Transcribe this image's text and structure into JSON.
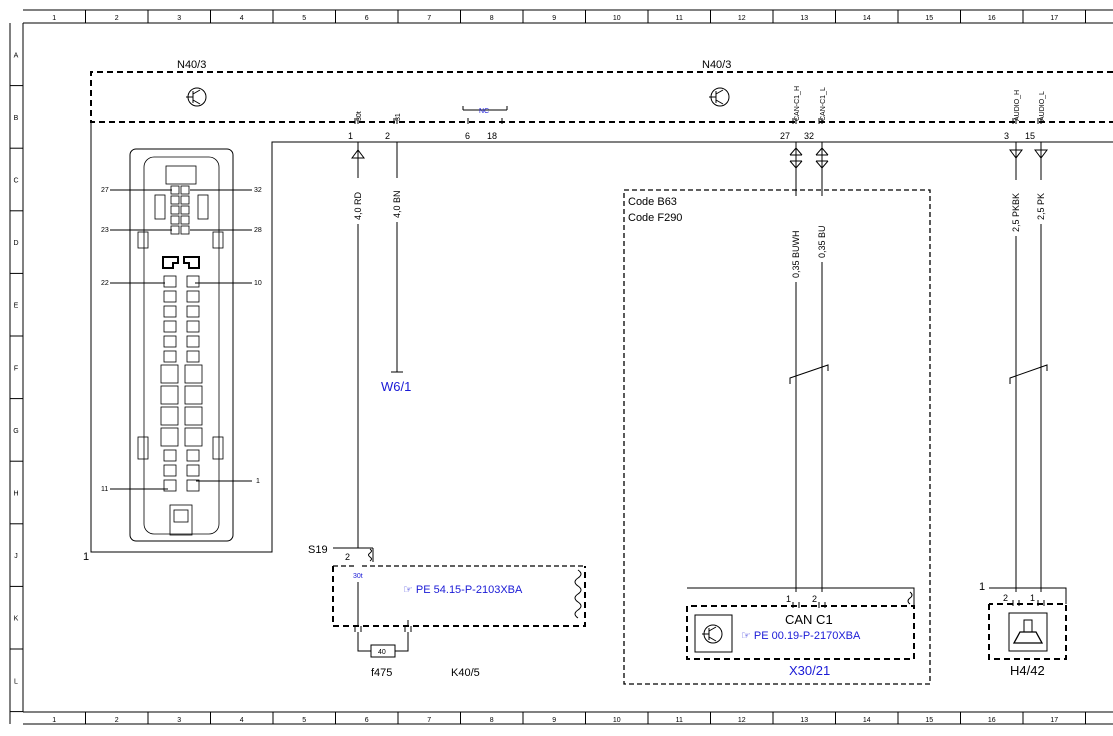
{
  "grid": {
    "columns": [
      "1",
      "2",
      "3",
      "4",
      "5",
      "6",
      "7",
      "8",
      "9",
      "10",
      "11",
      "12",
      "13",
      "14",
      "15",
      "16",
      "17"
    ],
    "rows": [
      "A",
      "B",
      "C",
      "D",
      "E",
      "F",
      "G",
      "H",
      "J",
      "K",
      "L"
    ]
  },
  "components": {
    "n40_left": "N40/3",
    "n40_right": "N40/3",
    "s19": "S19",
    "k40": "K40/5",
    "f475": "f475",
    "fuse_value": "40",
    "x30": "X30/21",
    "h4": "H4/42",
    "w6": "W6/1",
    "can_c1": "CAN C1",
    "code_b63": "Code B63",
    "code_f290": "Code F290",
    "nc": "NC"
  },
  "references": {
    "ref_k40": "PE 54.15-P-2103XBA",
    "ref_x30": "PE 00.19-P-2170XBA"
  },
  "pins": {
    "p1": "1",
    "p2": "2",
    "p6": "6",
    "p18": "18",
    "p27": "27",
    "p32": "32",
    "p3": "3",
    "p15": "15",
    "pin_30t": "30t",
    "pin_31": "31",
    "pin_can_h": "CAN-C1_H",
    "pin_can_l": "CAN-C1_L",
    "pin_audio_h": "AUDIO_H",
    "pin_audio_l": "AUDIO_L",
    "s19_pin2": "2",
    "s19_30t": "30t",
    "x30_p1": "1",
    "x30_p2": "2",
    "h4_p2": "2",
    "h4_p1": "1",
    "h4_one": "1",
    "box_one": "1"
  },
  "wires": {
    "w_rd": "4,0 RD",
    "w_bn": "4,0 BN",
    "w_buwh": "0,35 BUWH",
    "w_bu": "0,35 BU",
    "w_pkbk": "2,5 PKBK",
    "w_pk": "2,5 PK"
  },
  "connector": {
    "c27": "27",
    "c32": "32",
    "c23": "23",
    "c28": "28",
    "c22": "22",
    "c10": "10",
    "c11": "11",
    "c1": "1"
  }
}
